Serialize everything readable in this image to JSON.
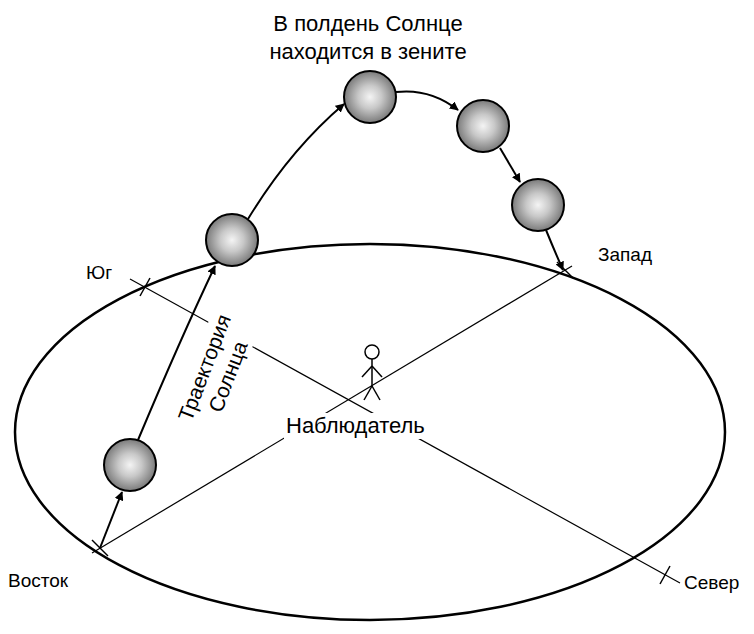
{
  "diagram": {
    "labels": [
      "В полдень Солнце находится в зените",
      "Юг",
      "Запад",
      "Траектория Солнца",
      "Наблюдатель",
      "Восток",
      "Север"
    ]
  }
}
